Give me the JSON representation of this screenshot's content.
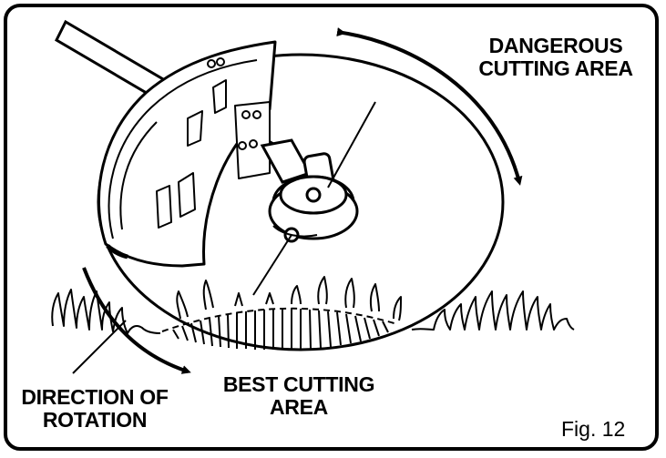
{
  "labels": {
    "dangerous_line1": "DANGEROUS",
    "dangerous_line2": "CUTTING AREA",
    "best_line1": "BEST CUTTING",
    "best_line2": "AREA",
    "direction_line1": "DIRECTION OF",
    "direction_line2": "ROTATION"
  },
  "figure_label": "Fig. 12",
  "colors": {
    "ink": "#000000",
    "paper": "#ffffff",
    "guard_shade": "#d9d9d9"
  }
}
